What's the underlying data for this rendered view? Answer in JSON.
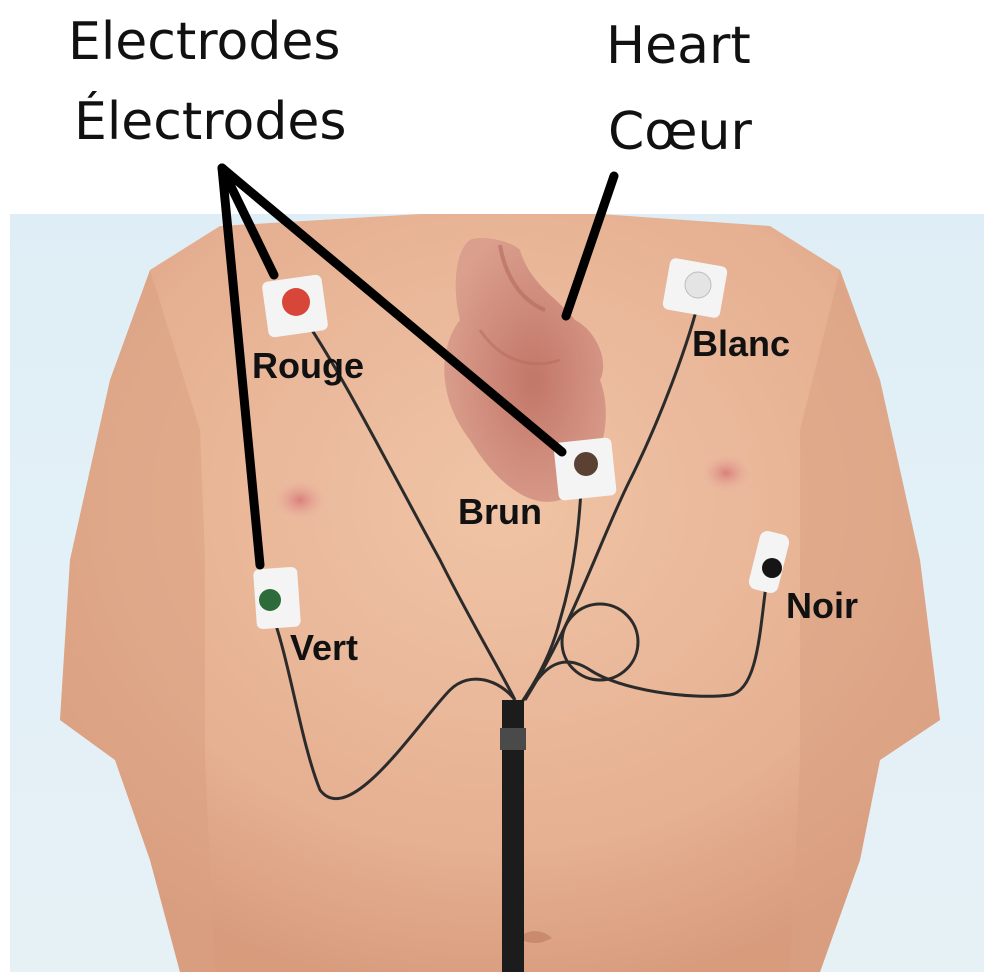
{
  "headers": {
    "electrodes_en": "Electrodes",
    "electrodes_fr": "Électrodes",
    "heart_en": "Heart",
    "heart_fr": "Cœur"
  },
  "electrodes": [
    {
      "key": "rouge",
      "label": "Rouge",
      "color": "#d8463a"
    },
    {
      "key": "blanc",
      "label": "Blanc",
      "color": "#e4e4e4"
    },
    {
      "key": "brun",
      "label": "Brun",
      "color": "#5a4134"
    },
    {
      "key": "vert",
      "label": "Vert",
      "color": "#2e6b3b"
    },
    {
      "key": "noir",
      "label": "Noir",
      "color": "#151515"
    }
  ],
  "colors": {
    "background": "#ffffff",
    "backdrop": "#e3f0f7",
    "skin": "#e8b597",
    "heart": "#c9786d",
    "pointer": "#000000",
    "wire": "#2b2b2b"
  }
}
